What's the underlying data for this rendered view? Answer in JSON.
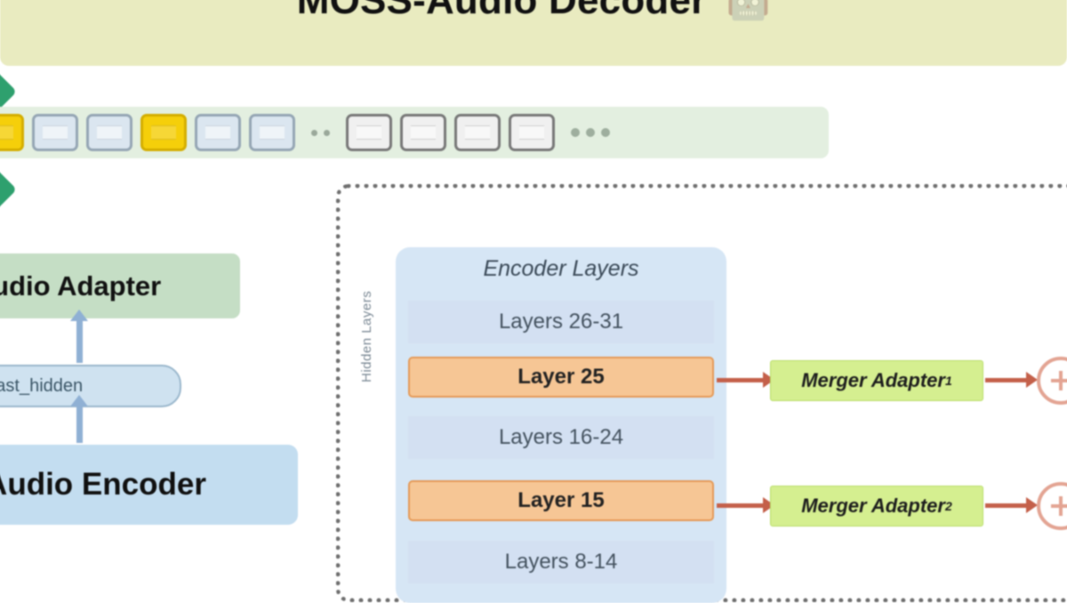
{
  "header": {
    "title": "MOSS-Audio Decoder",
    "icon": "robot-icon",
    "background_color": "#e9ebc0"
  },
  "token_strip": {
    "background_color": "#e3efe0",
    "tokens": [
      {
        "kind": "blue"
      },
      {
        "kind": "yellow"
      },
      {
        "kind": "blue"
      },
      {
        "kind": "blue"
      },
      {
        "kind": "yellow"
      },
      {
        "kind": "blue"
      },
      {
        "kind": "blue"
      },
      {
        "kind": "ellipsis-small"
      },
      {
        "kind": "gray"
      },
      {
        "kind": "gray"
      },
      {
        "kind": "gray"
      },
      {
        "kind": "gray"
      },
      {
        "kind": "ellipsis-large"
      }
    ],
    "colors": {
      "blue": "#dbe6f0",
      "yellow": "#f5cf0a",
      "gray": "#f0f0f0"
    }
  },
  "left_column": {
    "audio_adapter": {
      "label": "Audio Adapter",
      "color": "#c5dec5"
    },
    "hidden_pill": {
      "label": "last_hidden",
      "color": "#cfe2f0"
    },
    "audio_encoder": {
      "label": "Audio Encoder",
      "color": "#c3ddf0"
    }
  },
  "encoder_panel": {
    "title": "Encoder Layers",
    "side_label": "Hidden Layers",
    "background_color": "#d6e6f5",
    "rows": [
      {
        "label": "Layers 26-31",
        "type": "group"
      },
      {
        "label": "Layer 25",
        "type": "single"
      },
      {
        "label": "Layers 16-24",
        "type": "group"
      },
      {
        "label": "Layer 15",
        "type": "single"
      },
      {
        "label": "Layers 8-14",
        "type": "group"
      }
    ]
  },
  "mergers": [
    {
      "label": "Merger Adapter",
      "subscript": "1",
      "color": "#d5ef90"
    },
    {
      "label": "Merger Adapter",
      "subscript": "2",
      "color": "#d5ef90"
    }
  ],
  "accents": {
    "arrow_color": "#c4604a",
    "marker_green": "#2ea06e",
    "layer_orange": "#f6c695",
    "dashed_border": "#6f6f6f"
  }
}
